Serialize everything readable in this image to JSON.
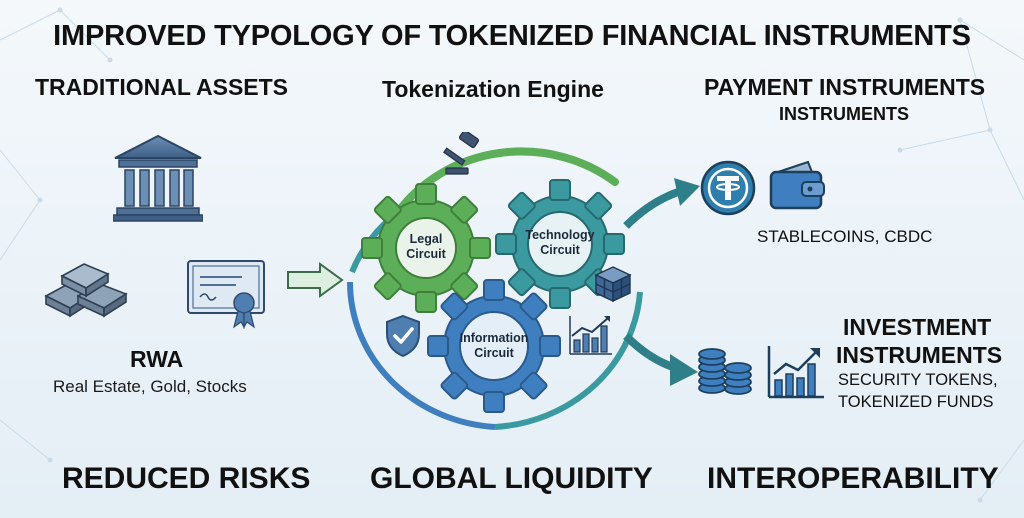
{
  "title": "IMPROVED TYPOLOGY OF TOKENIZED FINANCIAL INSTRUMENTS",
  "columns": {
    "left": "TRADITIONAL ASSETS",
    "middle": "Tokenization Engine",
    "right": "PAYMENT INSTRUMENTS",
    "right_sub": "INSTRUMENTS"
  },
  "left": {
    "heading": "RWA",
    "description": "Real Estate, Gold, Stocks",
    "icons": [
      "bank-building-icon",
      "gold-bars-icon",
      "certificate-icon"
    ]
  },
  "engine": {
    "gears": [
      {
        "line1": "Legal",
        "line2": "Circuit",
        "color": "#5dae58"
      },
      {
        "line1": "Technology",
        "line2": "Circuit",
        "color": "#3a9aa0"
      },
      {
        "line1": "Information",
        "line2": "Circuit",
        "color": "#3f7fbf"
      }
    ],
    "icons": [
      "gavel-icon",
      "cube-icon",
      "shield-check-icon",
      "bar-chart-icon"
    ]
  },
  "payment": {
    "text": "STABLECOINS, CBDC",
    "icons": [
      "tether-coin-icon",
      "wallet-icon"
    ]
  },
  "investment": {
    "heading_line1": "INVESTMENT",
    "heading_line2": "INSTRUMENTS",
    "text_line1": "SECURITY TOKENS,",
    "text_line2": "TOKENIZED FUNDS",
    "icons": [
      "coin-stacks-icon",
      "growth-chart-icon"
    ]
  },
  "footer": [
    "REDUCED RISKS",
    "GLOBAL LIQUIDITY",
    "INTEROPERABILITY"
  ],
  "colors": {
    "green": "#5dae58",
    "teal": "#3a9aa0",
    "blue": "#3f7fbf",
    "navy": "#2f4a6b",
    "background": "#eef4f9"
  }
}
